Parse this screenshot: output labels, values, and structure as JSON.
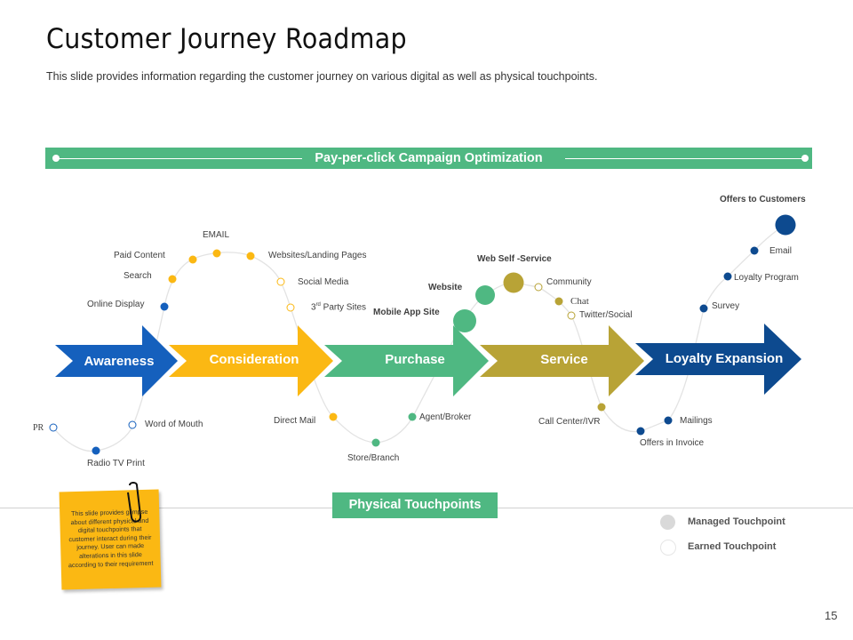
{
  "header": {
    "title": "Customer Journey Roadmap",
    "subtitle": "This slide provides  information  regarding  the customer journey on various  digital as well as physical touchpoints."
  },
  "banner": {
    "label": "Pay-per-click Campaign Optimization",
    "color": "#4fb882"
  },
  "stages": [
    {
      "label": "Awareness",
      "color": "#1560bd"
    },
    {
      "label": "Consideration",
      "color": "#fbb813"
    },
    {
      "label": "Purchase",
      "color": "#4fb882"
    },
    {
      "label": "Service",
      "color": "#b8a336"
    },
    {
      "label": "Loyalty Expansion",
      "color": "#0d4a8f"
    }
  ],
  "touchpoints": {
    "awareness": [
      {
        "label": "PR",
        "type": "earned"
      },
      {
        "label": "Radio TV Print",
        "type": "managed"
      },
      {
        "label": "Word of Mouth",
        "type": "earned"
      },
      {
        "label": "Online Display",
        "type": "managed"
      }
    ],
    "consideration": [
      {
        "label": "Search",
        "type": "managed"
      },
      {
        "label": "Paid Content",
        "type": "managed"
      },
      {
        "label": "EMAIL",
        "type": "managed"
      },
      {
        "label": "Websites/Landing Pages",
        "type": "managed"
      },
      {
        "label": "Social Media",
        "type": "earned"
      },
      {
        "label": "3rd Party Sites",
        "type": "earned"
      },
      {
        "label": "Direct Mail",
        "type": "managed"
      }
    ],
    "purchase": [
      {
        "label": "Store/Branch",
        "type": "managed"
      },
      {
        "label": "Agent/Broker",
        "type": "managed"
      },
      {
        "label": "Mobile App Site",
        "type": "managed"
      },
      {
        "label": "Website",
        "type": "managed"
      }
    ],
    "service": [
      {
        "label": "Web Self -Service",
        "type": "managed"
      },
      {
        "label": "Community",
        "type": "earned"
      },
      {
        "label": "Chat",
        "type": "managed"
      },
      {
        "label": "Twitter/Social",
        "type": "earned"
      },
      {
        "label": "Call Center/IVR",
        "type": "managed"
      }
    ],
    "loyalty": [
      {
        "label": "Offers in Invoice",
        "type": "managed"
      },
      {
        "label": "Mailings",
        "type": "managed"
      },
      {
        "label": "Survey",
        "type": "managed"
      },
      {
        "label": "Loyalty Program",
        "type": "managed"
      },
      {
        "label": "Email",
        "type": "managed"
      },
      {
        "label": "Offers to Customers",
        "type": "managed"
      }
    ]
  },
  "physical_label": "Physical Touchpoints",
  "note": {
    "text": "This slide provides glimpse about different physical and digital touchpoints that customer interact during their journey. User can made alterations in this slide according to their requirement"
  },
  "legend": [
    {
      "label": "Managed Touchpoint",
      "color": "#d9d9d9"
    },
    {
      "label": "Earned Touchpoint",
      "color": "#ffffff"
    }
  ],
  "page_number": "15"
}
